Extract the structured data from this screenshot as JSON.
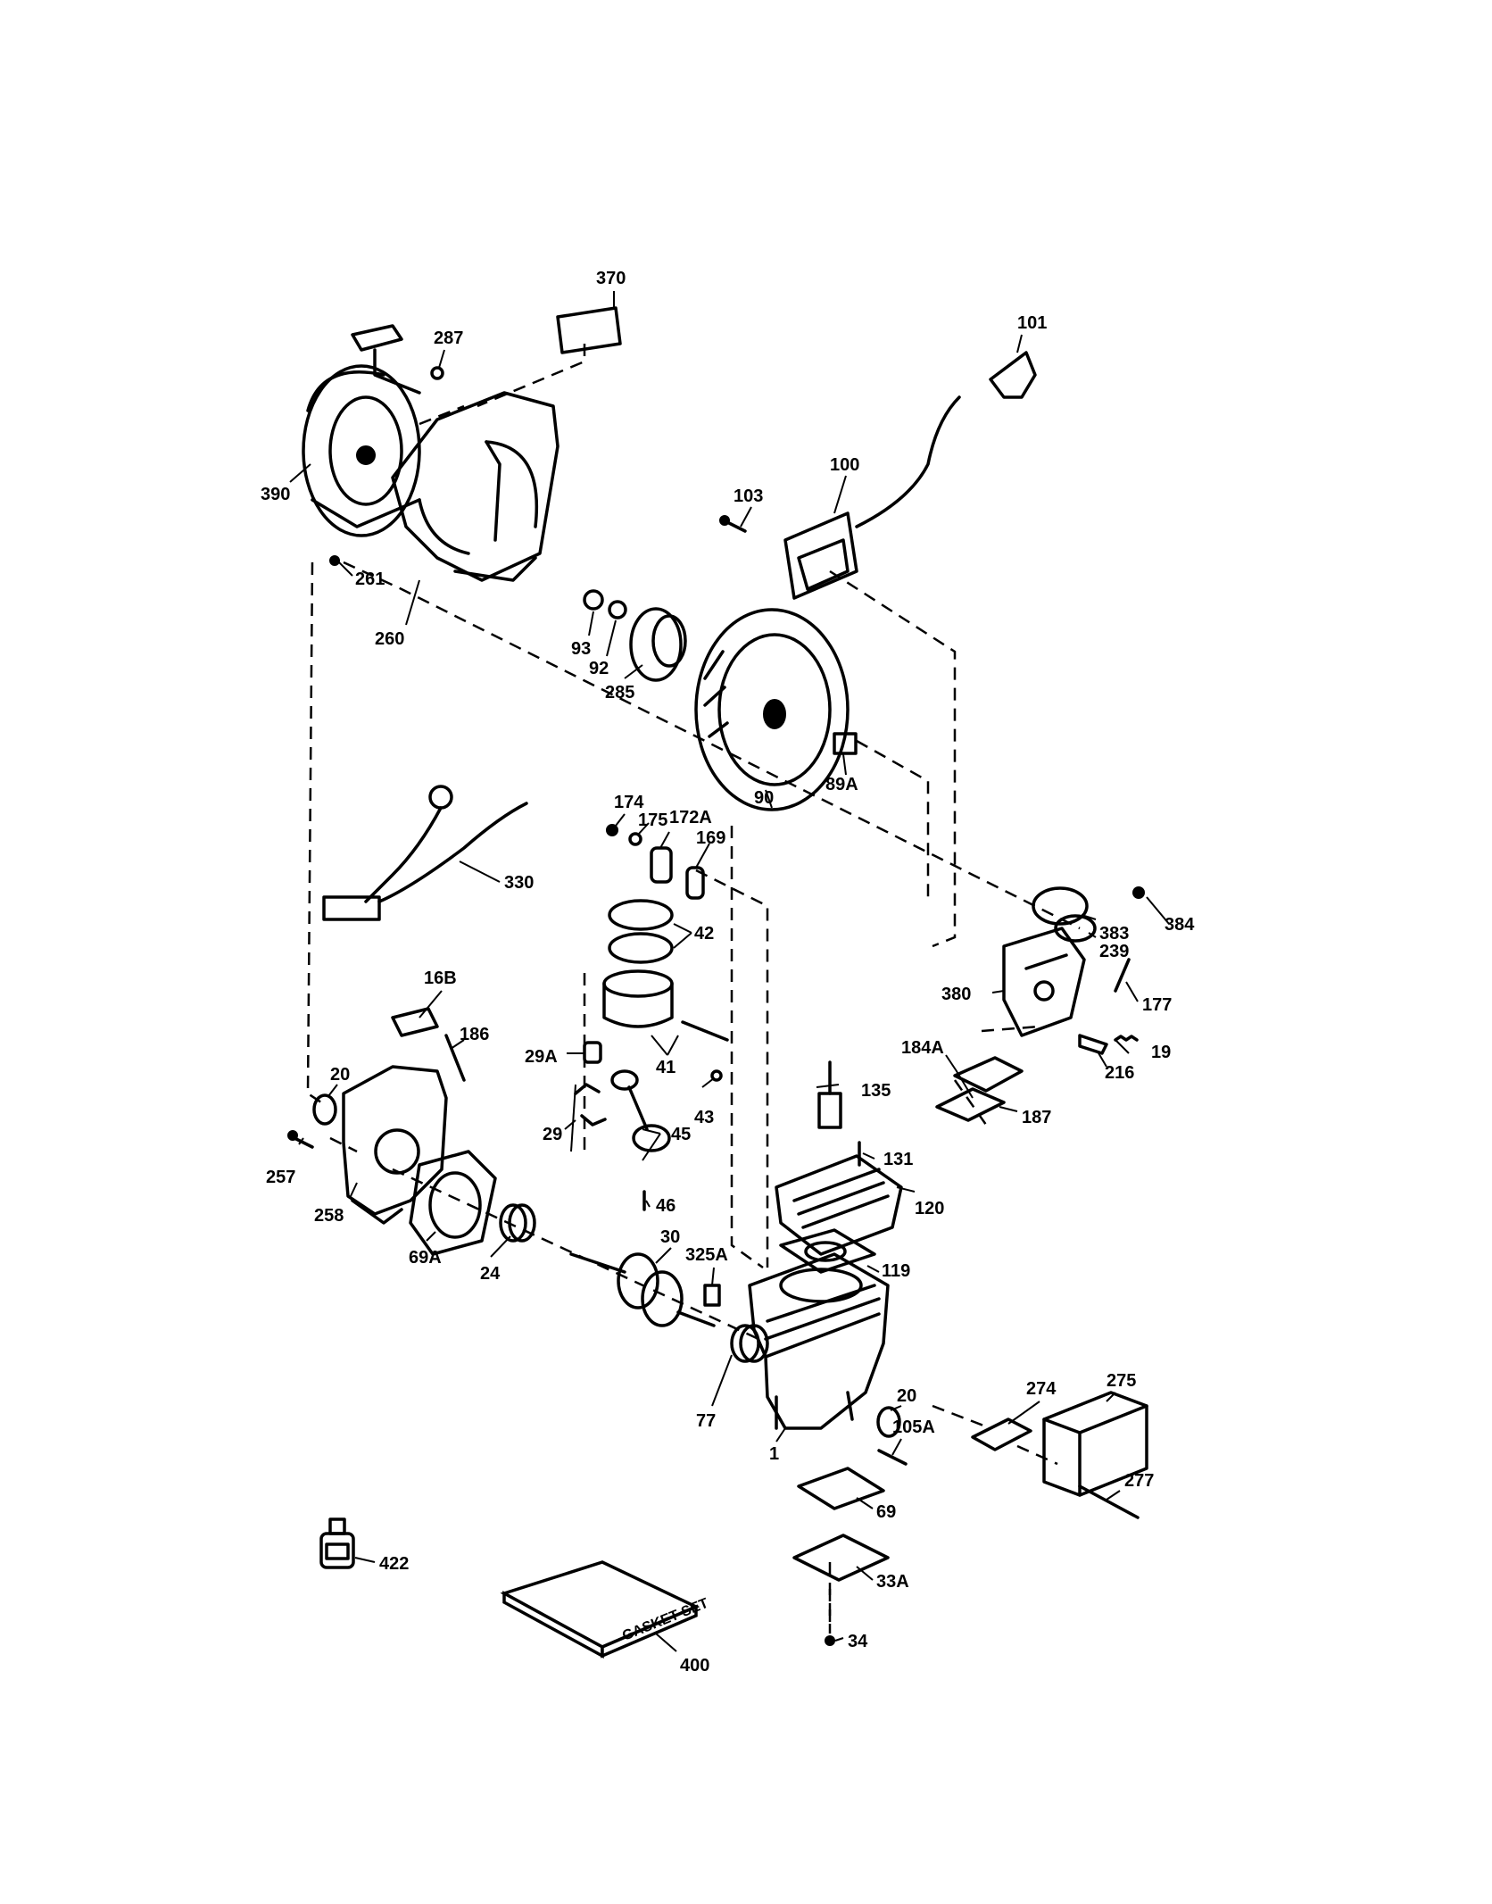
{
  "diagram": {
    "gasket_kit_text": "GASKET SET",
    "labels": [
      {
        "id": "370",
        "text": "370"
      },
      {
        "id": "287",
        "text": "287"
      },
      {
        "id": "101",
        "text": "101"
      },
      {
        "id": "390",
        "text": "390"
      },
      {
        "id": "100",
        "text": "100"
      },
      {
        "id": "103",
        "text": "103"
      },
      {
        "id": "261",
        "text": "261"
      },
      {
        "id": "260",
        "text": "260"
      },
      {
        "id": "93",
        "text": "93"
      },
      {
        "id": "92",
        "text": "92"
      },
      {
        "id": "285",
        "text": "285"
      },
      {
        "id": "90",
        "text": "90"
      },
      {
        "id": "89A",
        "text": "89A"
      },
      {
        "id": "174",
        "text": "174"
      },
      {
        "id": "175",
        "text": "175"
      },
      {
        "id": "172A",
        "text": "172A"
      },
      {
        "id": "169",
        "text": "169"
      },
      {
        "id": "330",
        "text": "330"
      },
      {
        "id": "384",
        "text": "384"
      },
      {
        "id": "383",
        "text": "383"
      },
      {
        "id": "239",
        "text": "239"
      },
      {
        "id": "42",
        "text": "42"
      },
      {
        "id": "16B",
        "text": "16B"
      },
      {
        "id": "380",
        "text": "380"
      },
      {
        "id": "177",
        "text": "177"
      },
      {
        "id": "186",
        "text": "186"
      },
      {
        "id": "19",
        "text": "19"
      },
      {
        "id": "216",
        "text": "216"
      },
      {
        "id": "184A",
        "text": "184A"
      },
      {
        "id": "20a",
        "text": "20"
      },
      {
        "id": "29A",
        "text": "29A"
      },
      {
        "id": "41",
        "text": "41"
      },
      {
        "id": "135",
        "text": "135"
      },
      {
        "id": "43",
        "text": "43"
      },
      {
        "id": "187",
        "text": "187"
      },
      {
        "id": "29",
        "text": "29"
      },
      {
        "id": "45",
        "text": "45"
      },
      {
        "id": "131",
        "text": "131"
      },
      {
        "id": "257",
        "text": "257"
      },
      {
        "id": "46",
        "text": "46"
      },
      {
        "id": "120",
        "text": "120"
      },
      {
        "id": "258",
        "text": "258"
      },
      {
        "id": "69A",
        "text": "69A"
      },
      {
        "id": "24",
        "text": "24"
      },
      {
        "id": "30",
        "text": "30"
      },
      {
        "id": "325A",
        "text": "325A"
      },
      {
        "id": "119",
        "text": "119"
      },
      {
        "id": "274",
        "text": "274"
      },
      {
        "id": "275",
        "text": "275"
      },
      {
        "id": "20b",
        "text": "20"
      },
      {
        "id": "77",
        "text": "77"
      },
      {
        "id": "105A",
        "text": "105A"
      },
      {
        "id": "1",
        "text": "1"
      },
      {
        "id": "277",
        "text": "277"
      },
      {
        "id": "69",
        "text": "69"
      },
      {
        "id": "422",
        "text": "422"
      },
      {
        "id": "33A",
        "text": "33A"
      },
      {
        "id": "34",
        "text": "34"
      },
      {
        "id": "400",
        "text": "400"
      }
    ]
  }
}
